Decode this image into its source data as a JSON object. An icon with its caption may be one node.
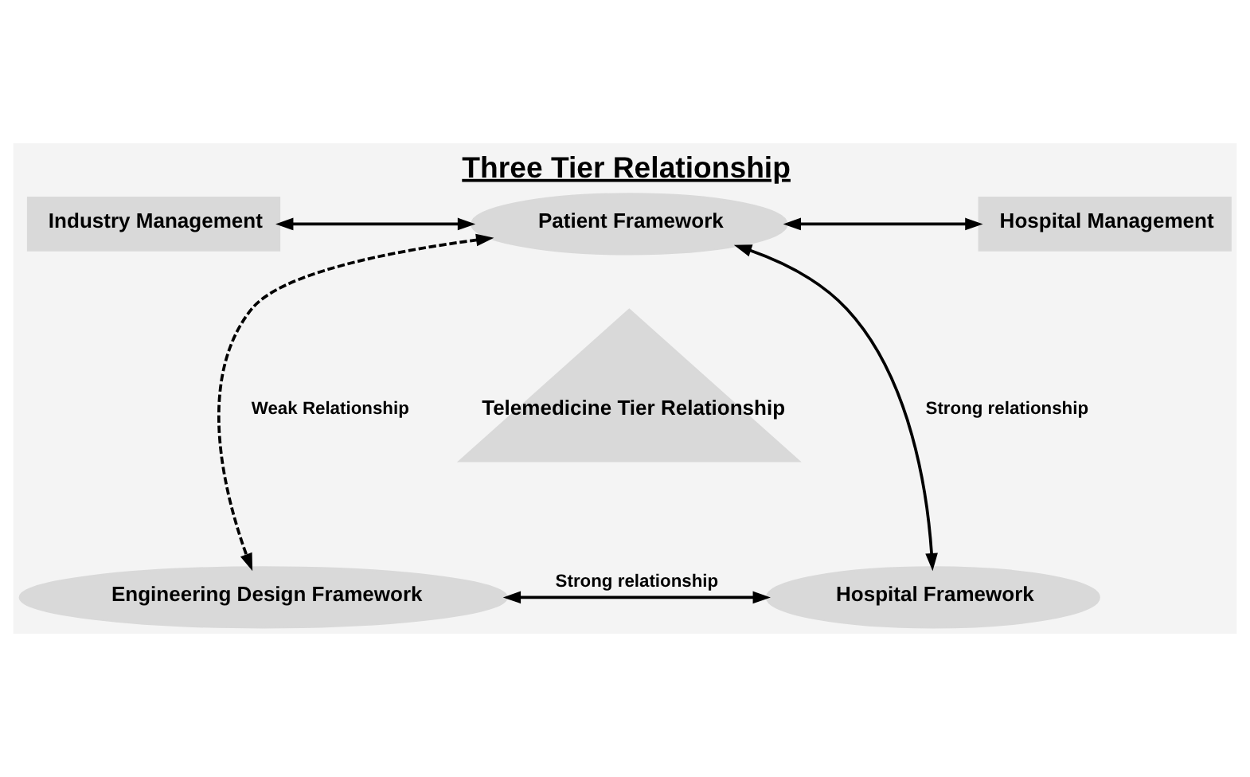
{
  "diagram": {
    "title": "Three Tier Relationship",
    "nodes": [
      {
        "text": [
          "Industry Management"
        ]
      },
      {
        "text": [
          "Patient Framework"
        ]
      },
      {
        "text": [
          "Hospital Management"
        ]
      },
      {
        "text": [
          "Telemedicine Tier Relationship"
        ]
      },
      {
        "text": [
          "Engineering Design Framework"
        ]
      },
      {
        "text": [
          "Hospital Framework"
        ]
      }
    ],
    "edges": [
      {
        "from": 0,
        "to": 1,
        "arrow": "both"
      },
      {
        "from": 1,
        "to": 2,
        "arrow": "both"
      },
      {
        "from": 1,
        "to": 4,
        "arrow": "both",
        "label": "Weak Relationship",
        "style": "dashed"
      },
      {
        "from": 1,
        "to": 5,
        "arrow": "both",
        "label": "Strong relationship"
      },
      {
        "from": 4,
        "to": 5,
        "arrow": "both",
        "label": "Strong relationship"
      }
    ]
  }
}
